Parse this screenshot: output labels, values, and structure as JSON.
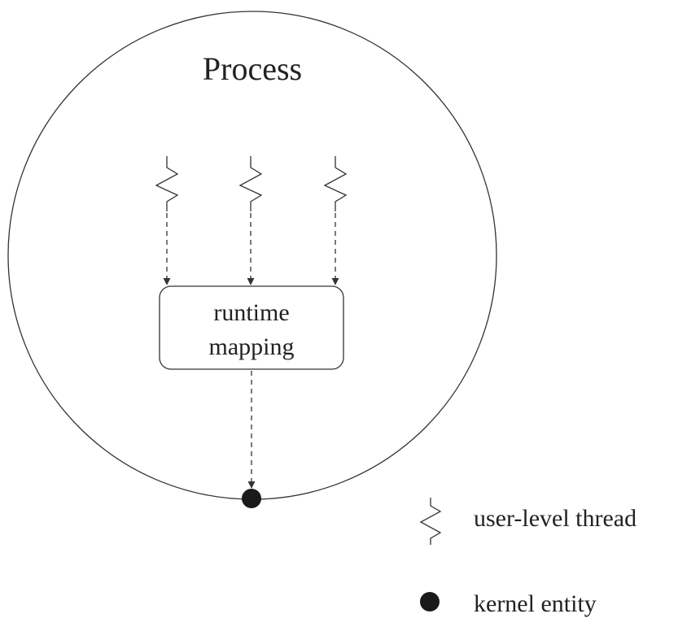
{
  "process": {
    "title": "Process"
  },
  "mapping_box": {
    "line1": "runtime",
    "line2": "mapping"
  },
  "threads": {
    "count": 3
  },
  "legend": {
    "user_thread_label": "user-level thread",
    "kernel_entity_label": "kernel entity"
  },
  "colors": {
    "stroke": "#333333",
    "text": "#222222",
    "kernel_dot": "#1a1a1a",
    "background": "#ffffff"
  },
  "icons": {
    "user_thread": "zigzag-thread-icon",
    "kernel_entity": "filled-circle-icon"
  }
}
